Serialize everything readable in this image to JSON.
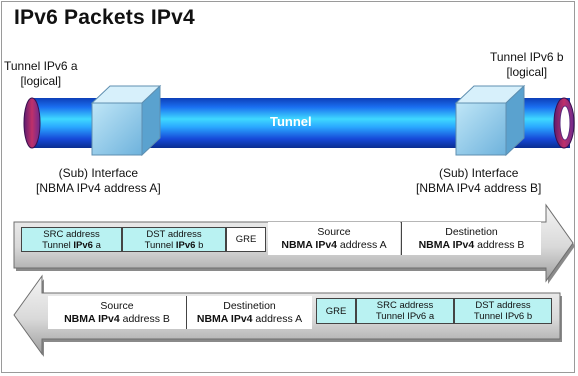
{
  "title": "IPv6 Packets IPv4",
  "tunnel": {
    "label": "Tunnel",
    "end_a": {
      "line1": "Tunnel IPv6 a",
      "line2": "[logical]"
    },
    "end_b": {
      "line1": "Tunnel IPv6 b",
      "line2": "[logical]"
    }
  },
  "interfaces": {
    "a": {
      "line1": "(Sub) Interface",
      "line2": "[NBMA IPv4 address A]"
    },
    "b": {
      "line1": "(Sub) Interface",
      "line2": "[NBMA IPv4 address B]"
    }
  },
  "packet_forward": {
    "direction": "right",
    "fields": [
      {
        "line1": "SRC address",
        "line2_pre": "Tunnel ",
        "line2_bold": "IPv6",
        "line2_post": " a",
        "color": "cyan"
      },
      {
        "line1": "DST address",
        "line2_pre": "Tunnel ",
        "line2_bold": "IPv6",
        "line2_post": " b",
        "color": "cyan"
      },
      {
        "line1": "GRE",
        "line2_pre": "",
        "line2_bold": "",
        "line2_post": "",
        "color": "white"
      },
      {
        "line1": "Source",
        "line2_pre": "",
        "line2_bold": "NBMA IPv4",
        "line2_post": " address A",
        "color": "white"
      },
      {
        "line1": "Destinetion",
        "line2_pre": "",
        "line2_bold": "NBMA IPv4",
        "line2_post": " address B",
        "color": "white"
      }
    ]
  },
  "packet_reverse": {
    "direction": "left",
    "fields": [
      {
        "line1": "Source",
        "line2_pre": "",
        "line2_bold": "NBMA IPv4",
        "line2_post": " address B",
        "color": "white"
      },
      {
        "line1": "Destinetion",
        "line2_pre": "",
        "line2_bold": "NBMA IPv4",
        "line2_post": " address A",
        "color": "white"
      },
      {
        "line1": "GRE",
        "line2_pre": "",
        "line2_bold": "",
        "line2_post": "",
        "color": "cyan"
      },
      {
        "line1": "SRC address",
        "line2_pre": "Tunnel IPv6 a",
        "line2_bold": "",
        "line2_post": "",
        "color": "cyan"
      },
      {
        "line1": "DST address",
        "line2_pre": "Tunnel IPv6 b",
        "line2_bold": "",
        "line2_post": "",
        "color": "cyan"
      }
    ]
  },
  "colors": {
    "tunnel_blue": "#1a5fe6",
    "tunnel_highlight": "#34d6ff",
    "end_magenta": "#8a2a8c",
    "interface_box": "#7fc0e6",
    "cyan_field": "#b9f2f2",
    "arrow_gray": "#8c8c8c"
  }
}
